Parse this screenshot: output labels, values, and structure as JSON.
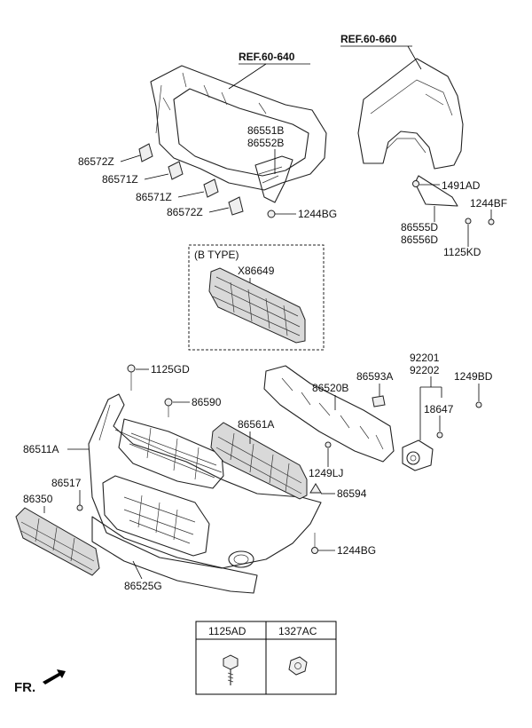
{
  "references": {
    "ref_left": "REF.60-640",
    "ref_right": "REF.60-660"
  },
  "labels": {
    "p86551B": "86551B",
    "p86552B": "86552B",
    "p86572Z_top": "86572Z",
    "p86571Z_top": "86571Z",
    "p86571Z_bottom": "86571Z",
    "p86572Z_bottom": "86572Z",
    "p1244BG_top": "1244BG",
    "p1491AD": "1491AD",
    "p1244BF": "1244BF",
    "p86555D": "86555D",
    "p86556D": "86556D",
    "p1125KD": "1125KD",
    "b_type": "(B TYPE)",
    "pX86649": "X86649",
    "p1125GD": "1125GD",
    "p86590": "86590",
    "p86520B": "86520B",
    "p86593A": "86593A",
    "p92201": "92201",
    "p92202": "92202",
    "p1249BD": "1249BD",
    "p18647": "18647",
    "p86561A": "86561A",
    "p86511A": "86511A",
    "p1249LJ": "1249LJ",
    "p86517": "86517",
    "p86350": "86350",
    "p86594": "86594",
    "p1244BG_bottom": "1244BG",
    "p86525G": "86525G"
  },
  "legend_table": {
    "col1_header": "1125AD",
    "col2_header": "1327AC"
  },
  "direction_label": "FR."
}
